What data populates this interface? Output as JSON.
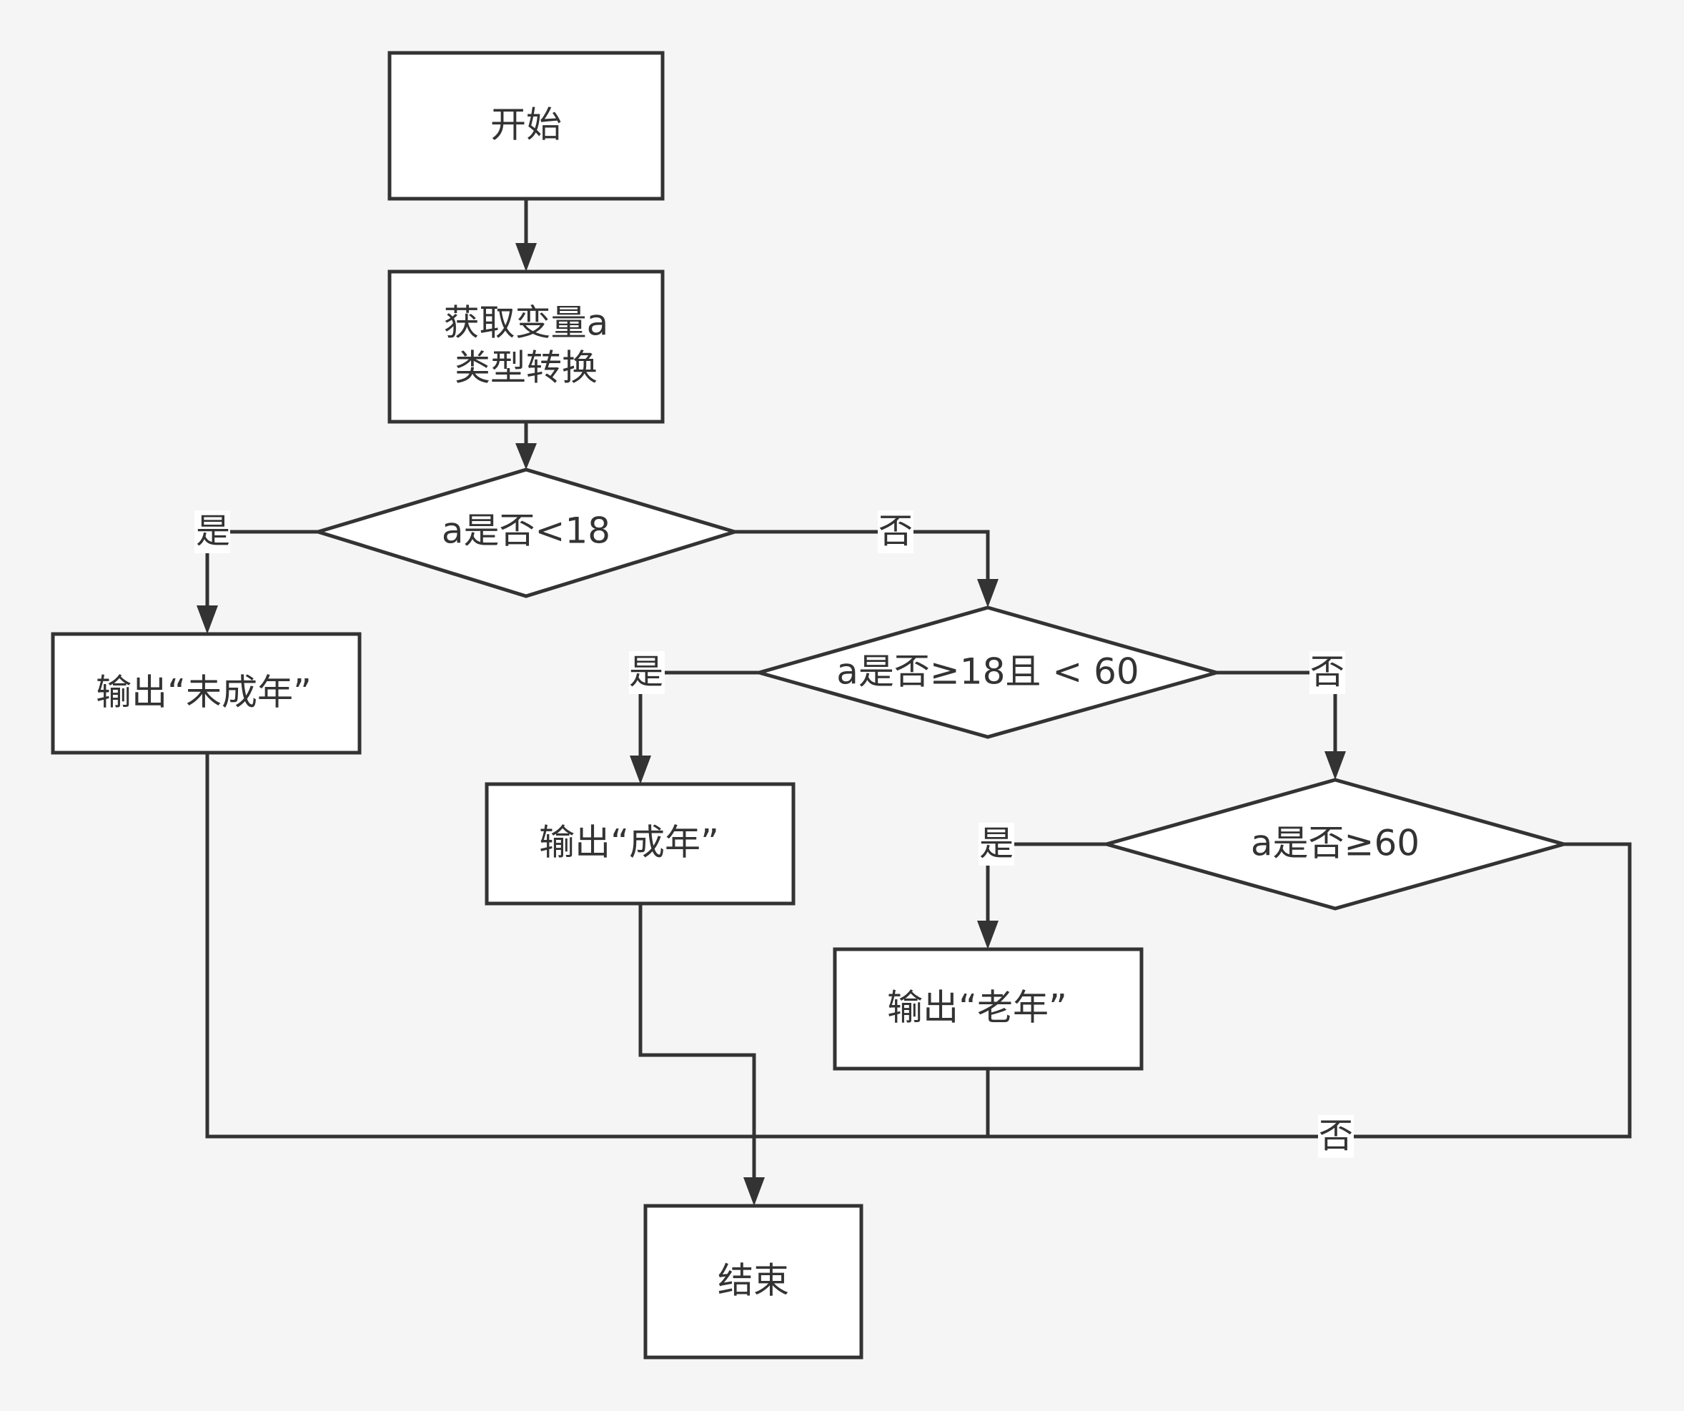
{
  "diagram": {
    "type": "flowchart",
    "colors": {
      "background": "#f5f5f5",
      "stroke": "#333333",
      "node_fill": "#ffffff",
      "text": "#333333"
    },
    "nodes": {
      "start": {
        "shape": "rect",
        "lines": [
          "开始"
        ]
      },
      "input": {
        "shape": "rect",
        "lines": [
          "获取变量a",
          "类型转换"
        ]
      },
      "cond1": {
        "shape": "diamond",
        "lines": [
          "a是否<18"
        ]
      },
      "minor": {
        "shape": "rect",
        "lines": [
          "输出“未成年”"
        ]
      },
      "cond2": {
        "shape": "diamond",
        "lines": [
          "a是否≥18且 < 60"
        ]
      },
      "adult": {
        "shape": "rect",
        "lines": [
          "输出“成年”"
        ]
      },
      "cond3": {
        "shape": "diamond",
        "lines": [
          "a是否≥60"
        ]
      },
      "senior": {
        "shape": "rect",
        "lines": [
          "输出“老年”"
        ]
      },
      "end": {
        "shape": "rect",
        "lines": [
          "结束"
        ]
      }
    },
    "edges": [
      {
        "from": "start",
        "to": "input",
        "label": ""
      },
      {
        "from": "input",
        "to": "cond1",
        "label": ""
      },
      {
        "from": "cond1",
        "to": "minor",
        "label": "是"
      },
      {
        "from": "cond1",
        "to": "cond2",
        "label": "否"
      },
      {
        "from": "cond2",
        "to": "adult",
        "label": "是"
      },
      {
        "from": "cond2",
        "to": "cond3",
        "label": "否"
      },
      {
        "from": "cond3",
        "to": "senior",
        "label": "是"
      },
      {
        "from": "cond3",
        "to": "end",
        "label": "否"
      },
      {
        "from": "minor",
        "to": "end",
        "label": ""
      },
      {
        "from": "adult",
        "to": "end",
        "label": ""
      },
      {
        "from": "senior",
        "to": "end",
        "label": ""
      }
    ]
  }
}
